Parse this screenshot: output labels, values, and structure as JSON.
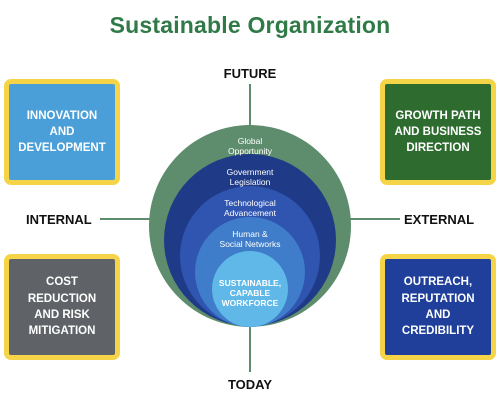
{
  "title": "Sustainable Organization",
  "axes": {
    "top": "FUTURE",
    "bottom": "TODAY",
    "left": "INTERNAL",
    "right": "EXTERNAL"
  },
  "boxes": {
    "top_left": {
      "text": "INNOVATION\nAND\nDEVELOPMENT",
      "color": "#4a9fd8"
    },
    "top_right": {
      "text": "GROWTH PATH\nAND BUSINESS\nDIRECTION",
      "color": "#2e6b2e"
    },
    "bottom_left": {
      "text": "COST\nREDUCTION\nAND RISK\nMITIGATION",
      "color": "#5f6368"
    },
    "bottom_right": {
      "text": "OUTREACH,\nREPUTATION\nAND\nCREDIBILITY",
      "color": "#1f3f9a"
    }
  },
  "rings": [
    {
      "text": "Global\nOpportunity",
      "color": "#5e8d6d"
    },
    {
      "text": "Government\nLegislation",
      "color": "#1f3a86"
    },
    {
      "text": "Technological\nAdvancement",
      "color": "#2f55b0"
    },
    {
      "text": "Human &\nSocial Networks",
      "color": "#3f7cc9"
    },
    {
      "text": "SUSTAINABLE,\nCAPABLE\nWORKFORCE",
      "color": "#5fb8e8"
    }
  ],
  "colors": {
    "title": "#2f7a47",
    "box_border": "#f5d547",
    "axis_line": "#5e8d6d"
  }
}
